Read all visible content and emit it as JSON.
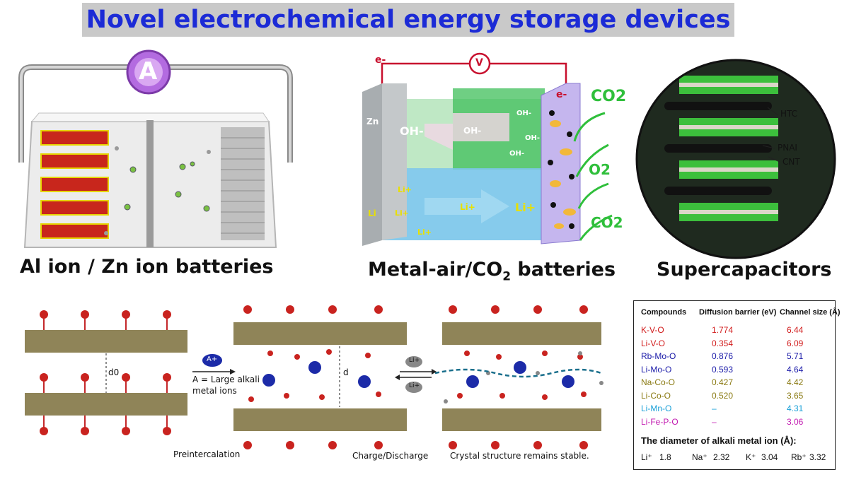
{
  "title": "Novel electrochemical energy storage devices",
  "panels": {
    "battery": {
      "caption": "Al ion / Zn ion batteries",
      "meter_label": "A"
    },
    "metal_air": {
      "caption_main": "Metal-air/CO",
      "caption_sub": "2",
      "caption_tail": " batteries",
      "electron_left": "e-",
      "electron_right": "e-",
      "voltmeter": "V",
      "zn": "Zn",
      "li": "Li",
      "oh_big": "OH-",
      "oh_arrow": "OH-",
      "oh_small": "OH-",
      "li_ion": "Li+",
      "co2": "CO2",
      "o2": "O2"
    },
    "supercap": {
      "caption": "Supercapacitors",
      "labels": [
        "HTC",
        "PNAI",
        "CNT"
      ]
    },
    "intercalation": {
      "d0": "d0",
      "d": "d",
      "ion_badge": "A+",
      "ion_text": "A = Large alkali metal ions",
      "ion_text_line1": "A = Large alkali",
      "ion_text_line2": "metal ions",
      "li_badge": "Li+",
      "step1": "Preintercalation",
      "step2": "Charge/Discharge",
      "step3": "Crystal structure  remains stable."
    }
  },
  "table": {
    "headers": [
      "Compounds",
      "Diffusion barrier (eV)",
      "Channel size (Å)"
    ],
    "rows": [
      {
        "compound": "K-V-O",
        "barrier": "1.774",
        "channel": "6.44",
        "color": "#d11a1a"
      },
      {
        "compound": "Li-V-O",
        "barrier": "0.354",
        "channel": "6.09",
        "color": "#d11a1a"
      },
      {
        "compound": "Rb-Mo-O",
        "barrier": "0.876",
        "channel": "5.71",
        "color": "#1a1aa8"
      },
      {
        "compound": "Li-Mo-O",
        "barrier": "0.593",
        "channel": "4.64",
        "color": "#1a1aa8"
      },
      {
        "compound": "Na-Co-O",
        "barrier": "0.427",
        "channel": "4.42",
        "color": "#8a7a12"
      },
      {
        "compound": "Li-Co-O",
        "barrier": "0.520",
        "channel": "3.65",
        "color": "#8a7a12"
      },
      {
        "compound": "Li-Mn-O",
        "barrier": "–",
        "channel": "4.31",
        "color": "#1aa0d8"
      },
      {
        "compound": "Li-Fe-P-O",
        "barrier": "–",
        "channel": "3.06",
        "color": "#c21ab0"
      }
    ],
    "diameter_title": "The diameter of alkali metal ion (Å):",
    "diameters": [
      {
        "ion": "Li⁺",
        "value": "1.8"
      },
      {
        "ion": "Na⁺",
        "value": "2.32"
      },
      {
        "ion": "K⁺",
        "value": "3.04"
      },
      {
        "ion": "Rb⁺",
        "value": "3.32"
      }
    ]
  }
}
